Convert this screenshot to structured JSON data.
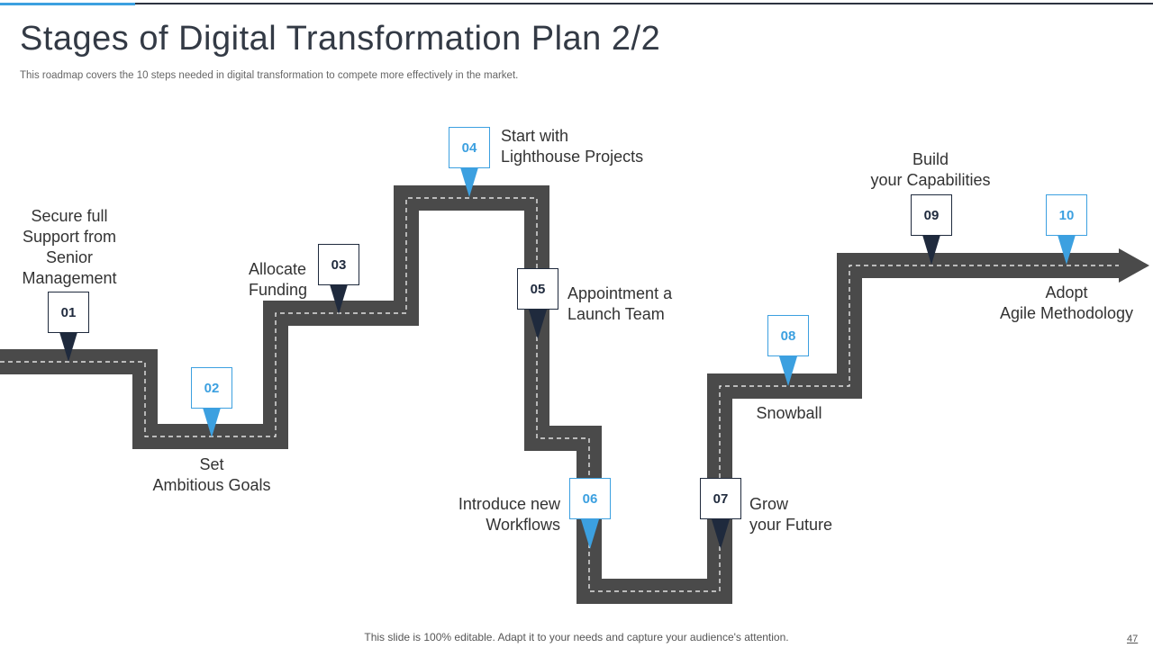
{
  "title": "Stages of Digital Transformation Plan 2/2",
  "subtitle": "This roadmap covers the 10 steps needed in digital transformation to compete more effectively in the market.",
  "colors": {
    "road": "#4a4a4a",
    "dark": "#1f2a3d",
    "light": "#3ca0e0",
    "accent": "#3ca0e0"
  },
  "steps": [
    {
      "num": "01",
      "style": "dark",
      "label": [
        "Secure full",
        "Support from",
        "Senior",
        "Management"
      ]
    },
    {
      "num": "02",
      "style": "light",
      "label": [
        "Set",
        "Ambitious Goals"
      ]
    },
    {
      "num": "03",
      "style": "dark",
      "label": [
        "Allocate",
        "Funding"
      ]
    },
    {
      "num": "04",
      "style": "light",
      "label": [
        "Start with",
        "Lighthouse Projects"
      ]
    },
    {
      "num": "05",
      "style": "dark",
      "label": [
        "Appointment a",
        "Launch Team"
      ]
    },
    {
      "num": "06",
      "style": "light",
      "label": [
        "Introduce new",
        "Workflows"
      ]
    },
    {
      "num": "07",
      "style": "dark",
      "label": [
        "Grow",
        "your Future"
      ]
    },
    {
      "num": "08",
      "style": "light",
      "label": [
        "Snowball"
      ]
    },
    {
      "num": "09",
      "style": "dark",
      "label": [
        "Build",
        "your Capabilities"
      ]
    },
    {
      "num": "10",
      "style": "light",
      "label": [
        "Adopt",
        "Agile Methodology"
      ]
    }
  ],
  "footer": "This slide is 100% editable. Adapt it to your needs and capture your audience's attention.",
  "page_number": "47"
}
